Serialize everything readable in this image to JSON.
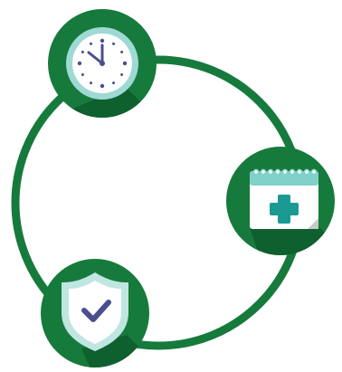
{
  "diagram": {
    "style": "cycle",
    "nodes": [
      {
        "id": "time",
        "icon": "clock-icon"
      },
      {
        "id": "schedule",
        "icon": "medical-calendar-icon"
      },
      {
        "id": "protection",
        "icon": "shield-check-icon"
      }
    ]
  },
  "colors": {
    "ring": "#167a3c",
    "node_fill": "#167a3c",
    "node_shadow": "#0d5c2b",
    "clock_face": "#ffffff",
    "clock_rim": "#9ed9d4",
    "clock_hands": "#4a4e8c",
    "calendar_header": "#7fd1c9",
    "calendar_body": "#ffffff",
    "cross": "#1a9a93",
    "shield_outer": "#bfe6e1",
    "shield_inner": "#ffffff",
    "check": "#4a4e8c"
  }
}
